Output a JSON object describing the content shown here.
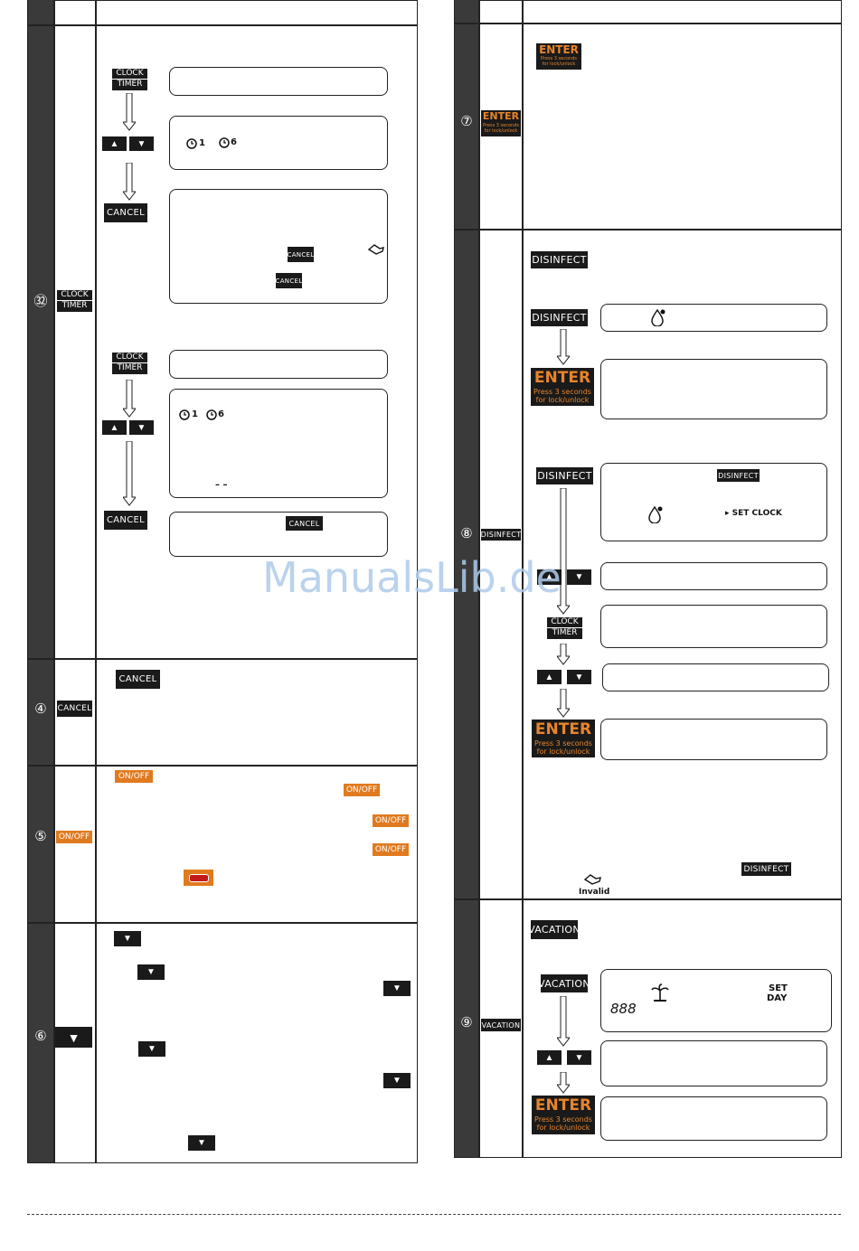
{
  "rows": {
    "r32": "㉜",
    "r4": "④",
    "r5": "⑤",
    "r6": "⑥",
    "r7": "⑦",
    "r8": "⑧",
    "r9": "⑨"
  },
  "buttons": {
    "clock": "CLOCK",
    "timer": "TIMER",
    "cancel": "CANCEL",
    "on_off": "ON/OFF",
    "enter": "ENTER",
    "enter_sub1": "Press 3 seconds",
    "enter_sub2": "for lock/unlock",
    "disinfect": "DISINFECT",
    "vacation": "VACATION"
  },
  "display": {
    "timer1": "1",
    "timer6": "6",
    "dash": "– –",
    "set_clock": "▸ SET CLOCK",
    "invalid": "Invalid",
    "digits": "888",
    "set": "SET",
    "day": "DAY"
  },
  "watermark": "ManualsLib.de"
}
